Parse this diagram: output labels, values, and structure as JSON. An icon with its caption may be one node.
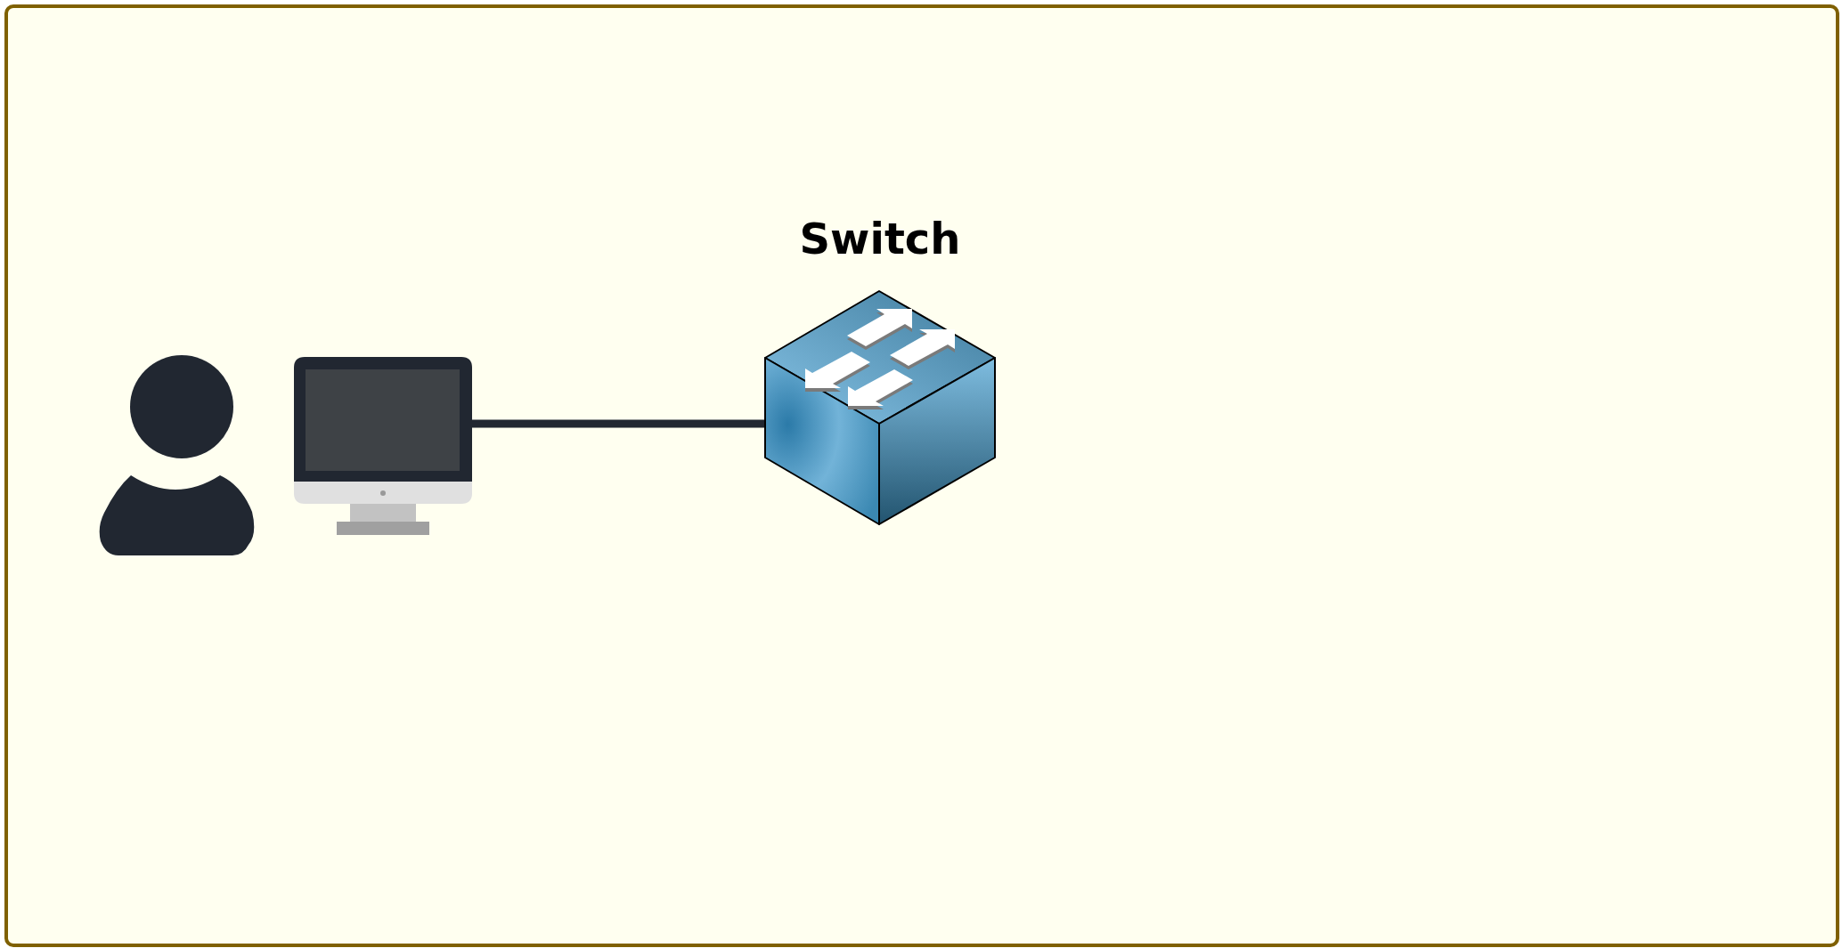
{
  "diagram": {
    "nodes": [
      {
        "text": [],
        "shape": "person"
      },
      {
        "text": [],
        "shape": "picture"
      },
      {
        "text": [
          "Switch"
        ]
      }
    ],
    "edges": [
      {
        "from": 1,
        "to": 2,
        "arrow": "none"
      }
    ]
  }
}
